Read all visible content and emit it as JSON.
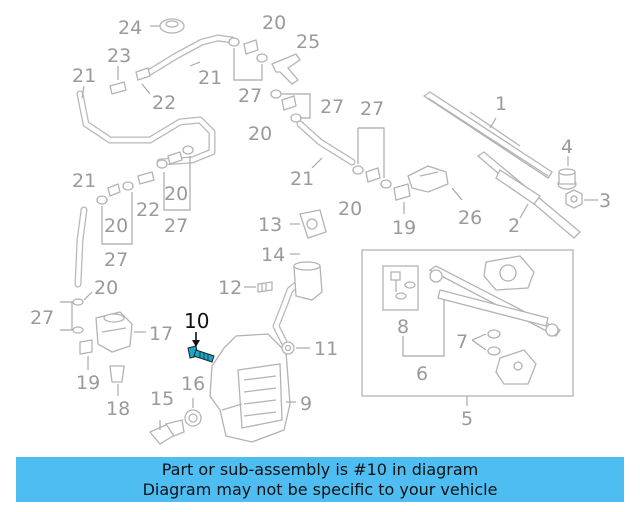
{
  "diagram": {
    "callouts": [
      {
        "id": "c1",
        "label": "1"
      },
      {
        "id": "c2",
        "label": "2"
      },
      {
        "id": "c3",
        "label": "3"
      },
      {
        "id": "c4",
        "label": "4"
      },
      {
        "id": "c5",
        "label": "5"
      },
      {
        "id": "c6",
        "label": "6"
      },
      {
        "id": "c7",
        "label": "7"
      },
      {
        "id": "c8",
        "label": "8"
      },
      {
        "id": "c9",
        "label": "9"
      },
      {
        "id": "c10",
        "label": "10",
        "highlighted": true
      },
      {
        "id": "c11",
        "label": "11"
      },
      {
        "id": "c12",
        "label": "12"
      },
      {
        "id": "c13",
        "label": "13"
      },
      {
        "id": "c14",
        "label": "14"
      },
      {
        "id": "c15",
        "label": "15"
      },
      {
        "id": "c16",
        "label": "16"
      },
      {
        "id": "c17",
        "label": "17"
      },
      {
        "id": "c18",
        "label": "18"
      },
      {
        "id": "c19a",
        "label": "19"
      },
      {
        "id": "c19b",
        "label": "19"
      },
      {
        "id": "c20a",
        "label": "20"
      },
      {
        "id": "c20b",
        "label": "20"
      },
      {
        "id": "c20c",
        "label": "20"
      },
      {
        "id": "c20d",
        "label": "20"
      },
      {
        "id": "c20e",
        "label": "20"
      },
      {
        "id": "c20f",
        "label": "20"
      },
      {
        "id": "c21a",
        "label": "21"
      },
      {
        "id": "c21b",
        "label": "21"
      },
      {
        "id": "c21c",
        "label": "21"
      },
      {
        "id": "c21d",
        "label": "21"
      },
      {
        "id": "c22a",
        "label": "22"
      },
      {
        "id": "c22b",
        "label": "22"
      },
      {
        "id": "c23",
        "label": "23"
      },
      {
        "id": "c24",
        "label": "24"
      },
      {
        "id": "c25",
        "label": "25"
      },
      {
        "id": "c26",
        "label": "26"
      },
      {
        "id": "c27a",
        "label": "27"
      },
      {
        "id": "c27b",
        "label": "27"
      },
      {
        "id": "c27c",
        "label": "27"
      },
      {
        "id": "c27d",
        "label": "27"
      },
      {
        "id": "c27e",
        "label": "27"
      },
      {
        "id": "c27f",
        "label": "27"
      }
    ],
    "highlight_color": "#1aa6c8"
  },
  "banner": {
    "line1": "Part or sub-assembly is #10 in diagram",
    "line2": "Diagram may not be specific to your vehicle",
    "background": "#4dbdf2"
  }
}
